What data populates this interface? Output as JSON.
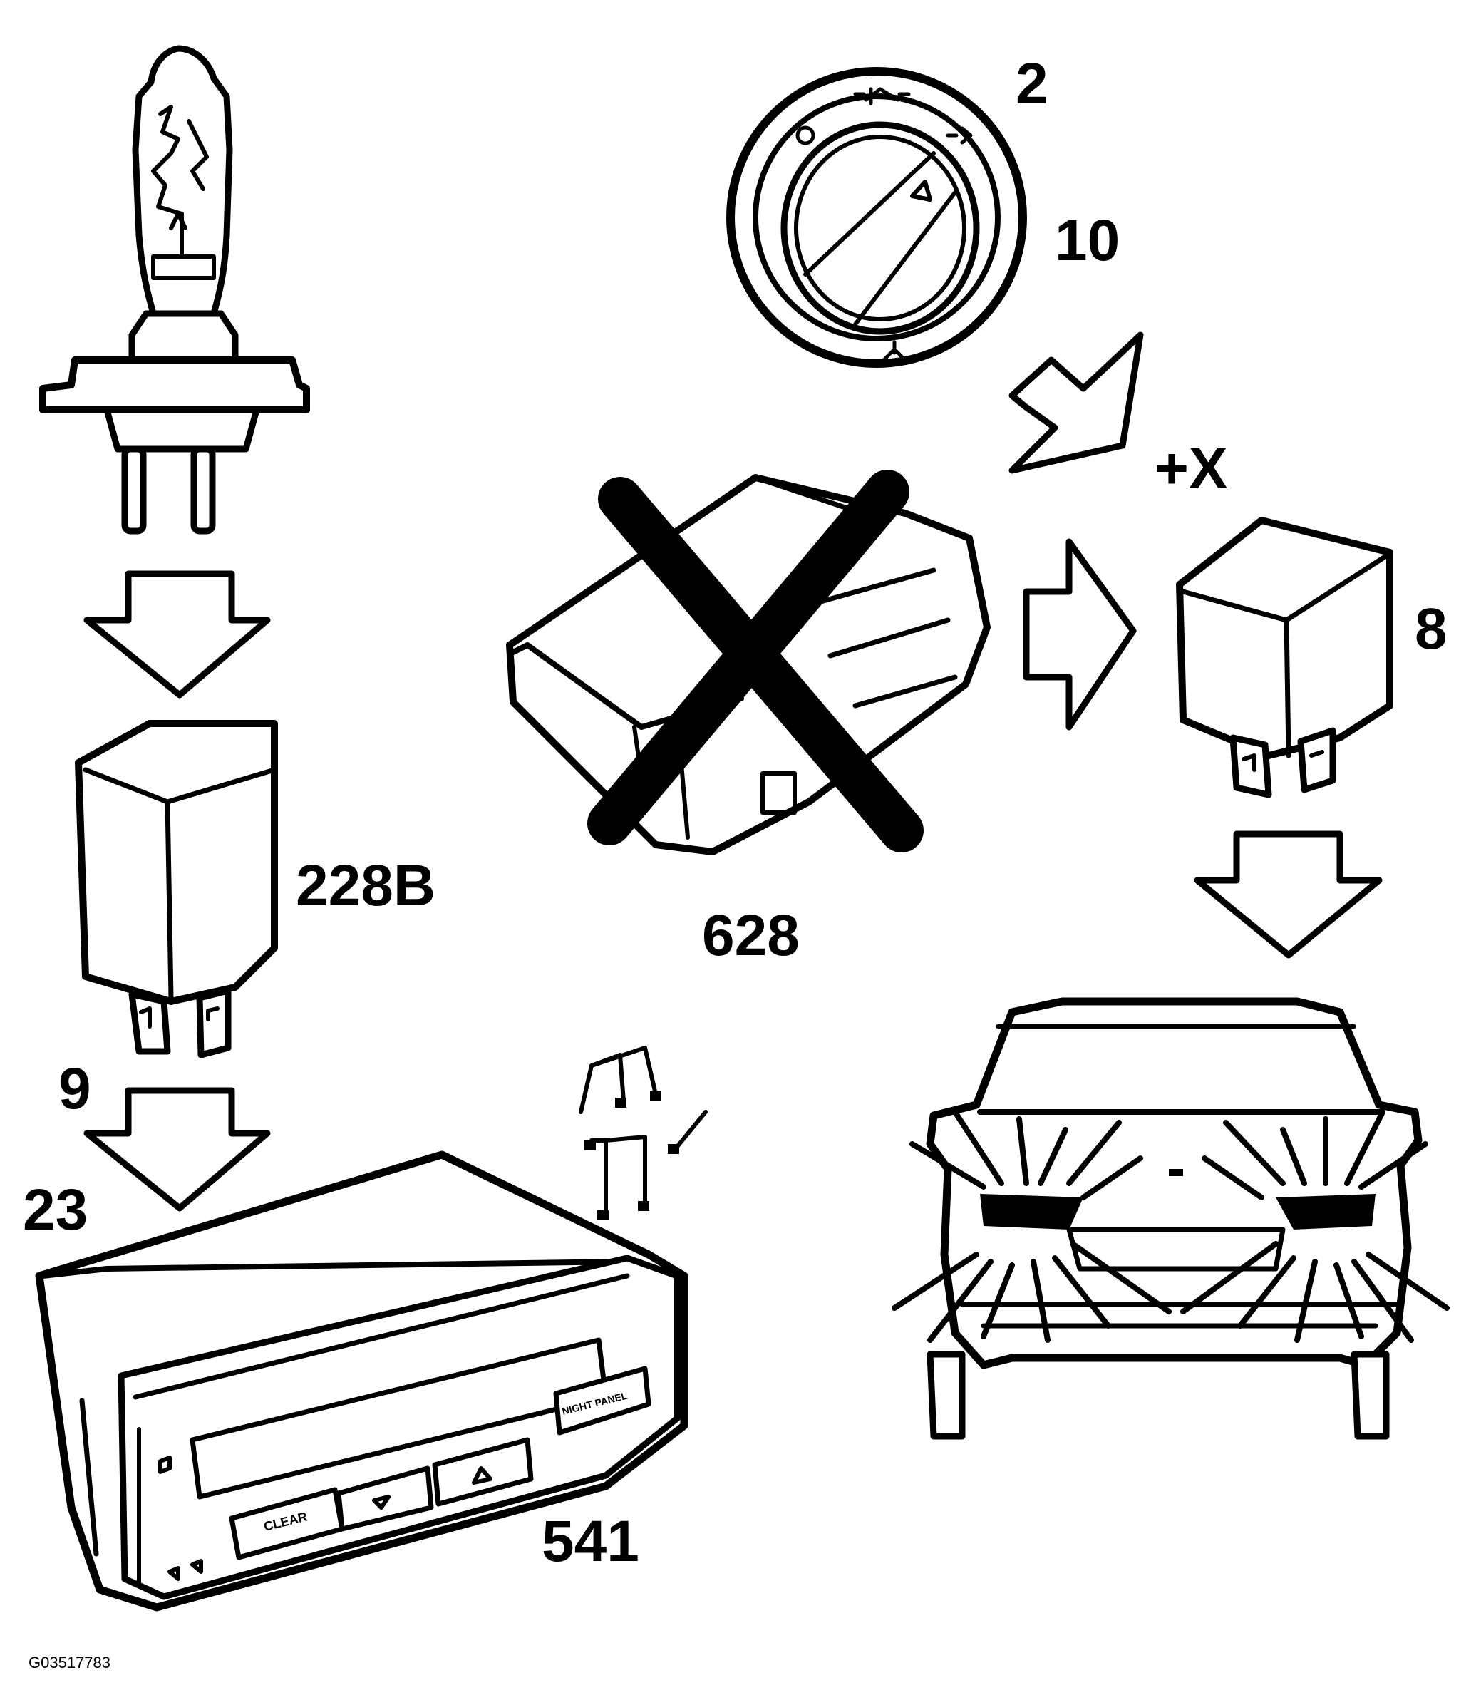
{
  "labels": {
    "lamp_dial": "2",
    "dial_ring": "10",
    "relay_power": "+X",
    "relay_right": "8",
    "relay_left": "228B",
    "arrow_left": "9",
    "display_group": "23",
    "old_module": "628",
    "display_unit": "541"
  },
  "display_buttons": {
    "clear": "CLEAR",
    "night": "NIGHT PANEL"
  },
  "figure_code": "G03517783",
  "colors": {
    "line": "#000000",
    "background": "#ffffff"
  }
}
